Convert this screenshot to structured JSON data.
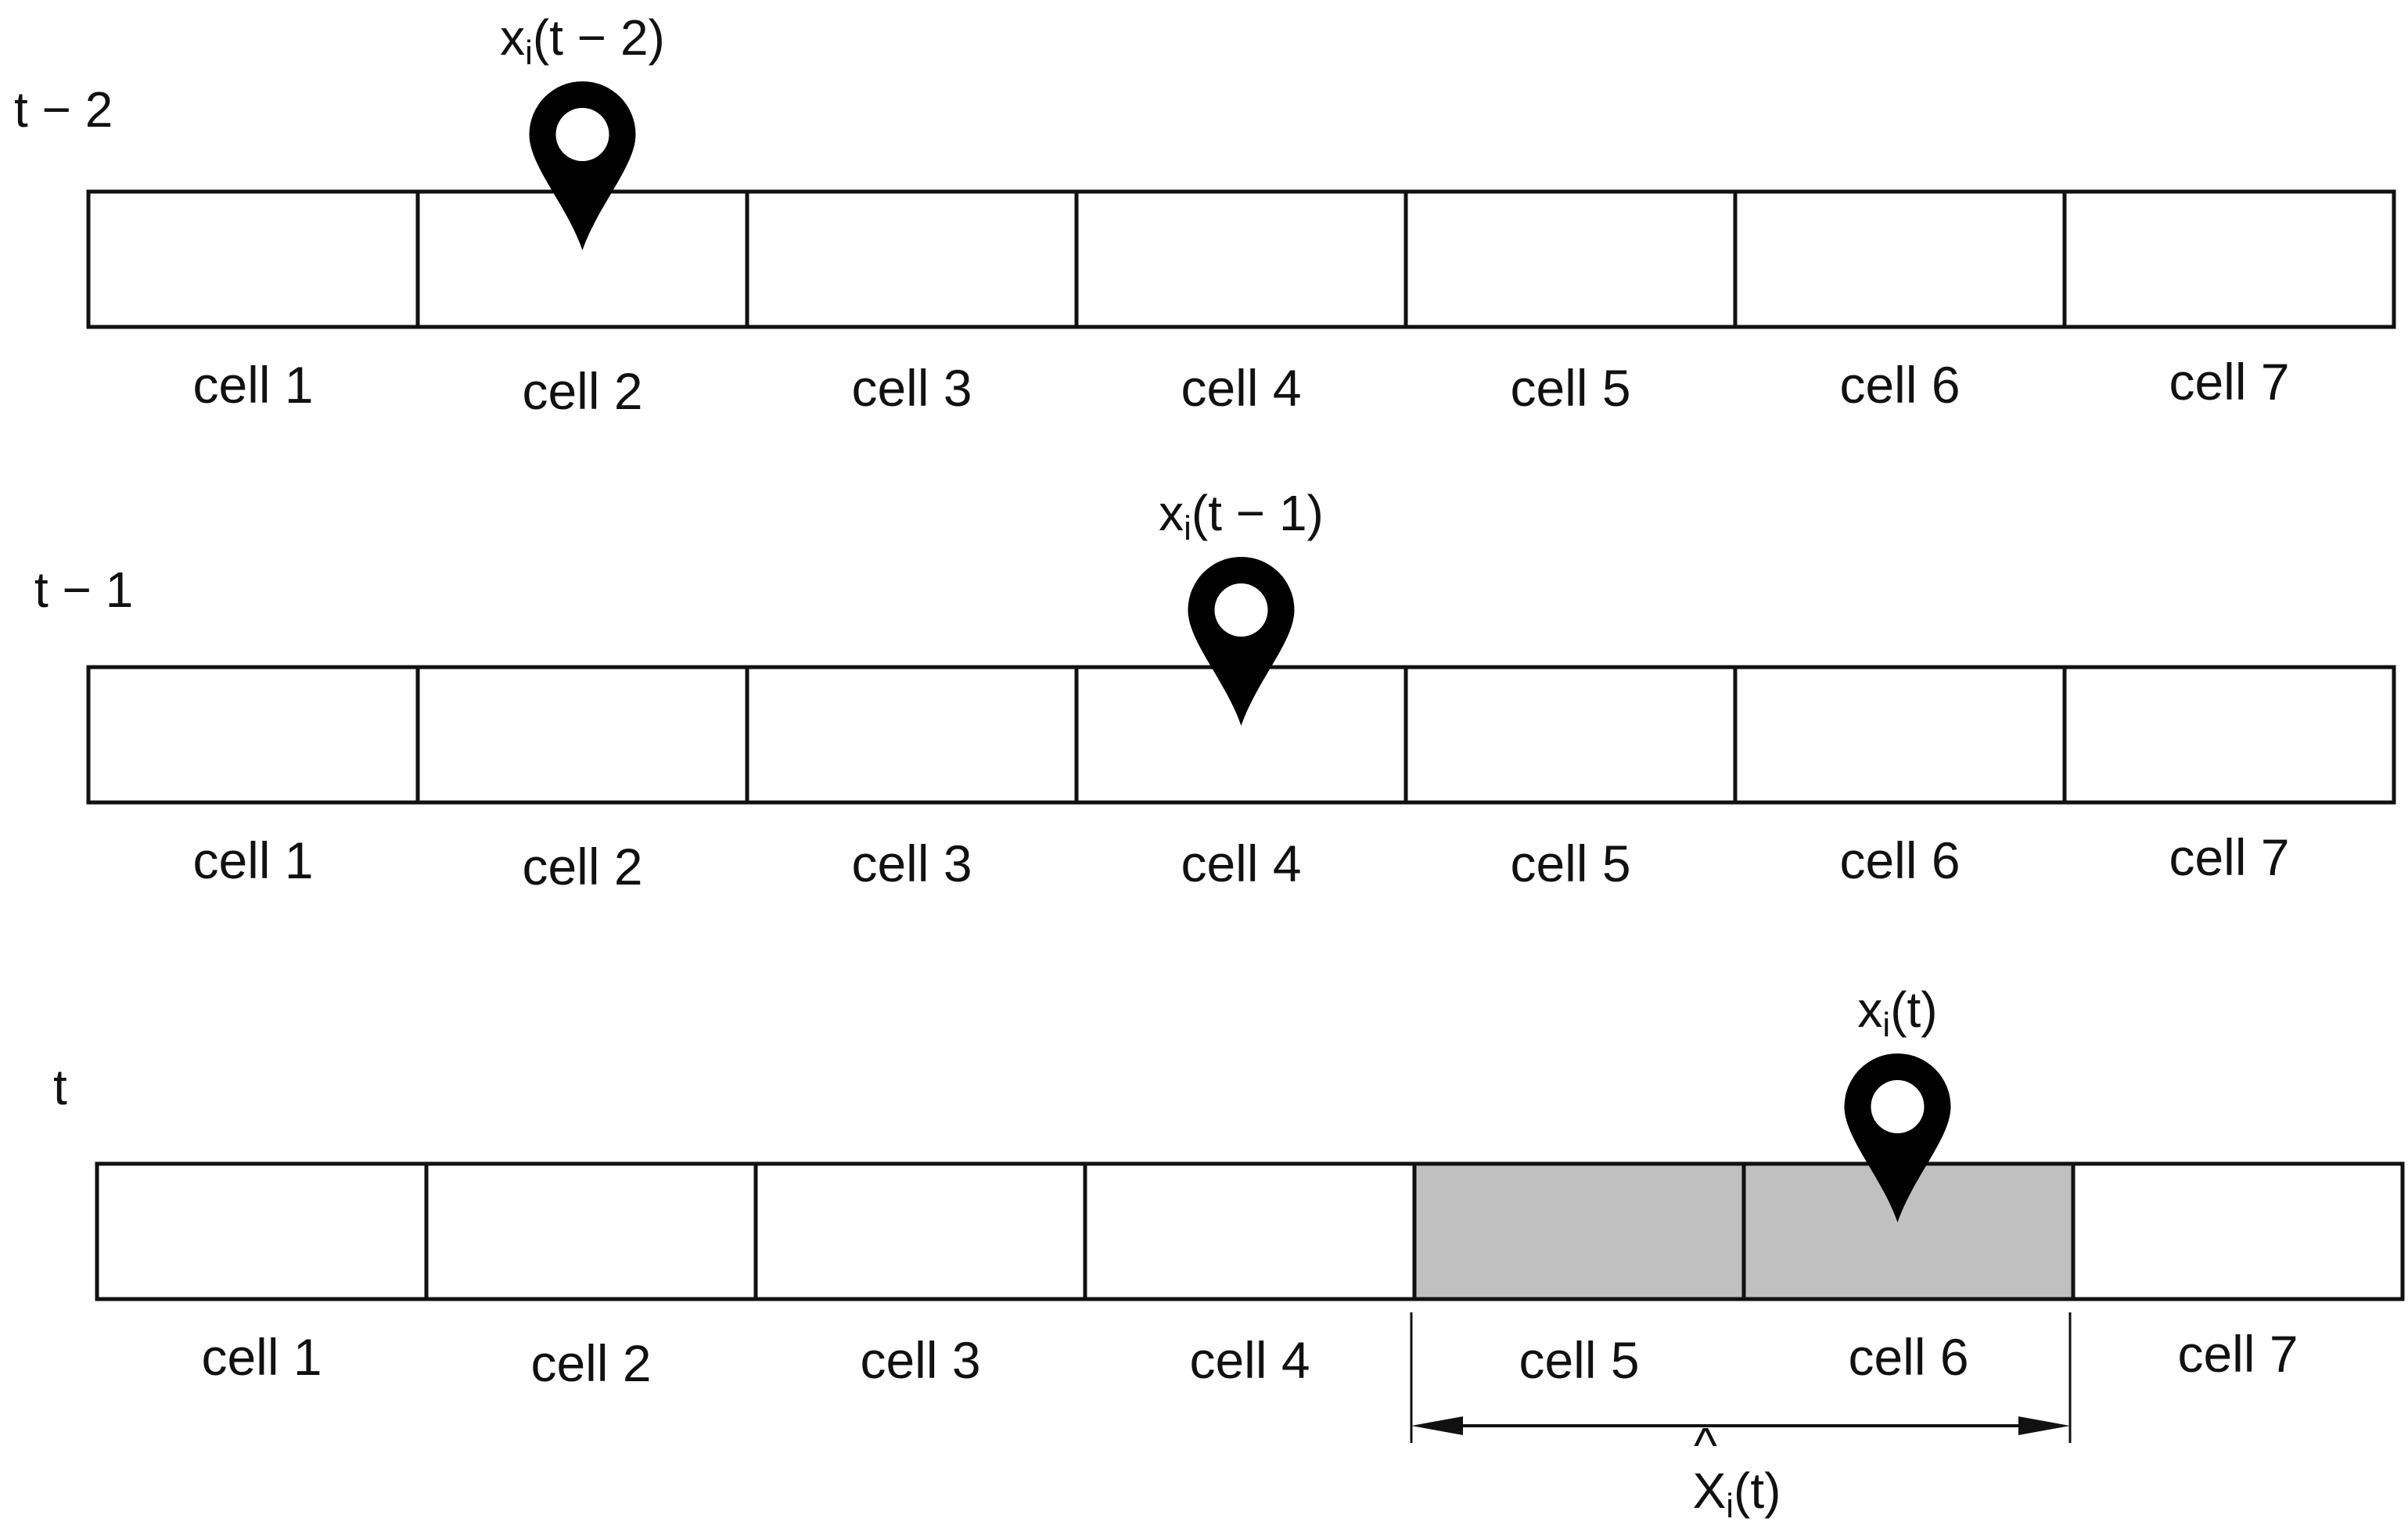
{
  "colors": {
    "cell_fill": "#ffffff",
    "highlight_fill": "#c0c0c0",
    "stroke": "#111111",
    "pin": "#000000"
  },
  "rows": [
    {
      "time_label": "t − 2",
      "cells": [
        "cell 1",
        "cell 2",
        "cell 3",
        "cell 4",
        "cell 5",
        "cell 6",
        "cell 7"
      ],
      "highlighted_cells": [],
      "pin": {
        "cell": 2,
        "label_main": "x",
        "label_sub": "i",
        "label_arg": "(t − 2)",
        "icon": "location-pin-icon"
      }
    },
    {
      "time_label": "t − 1",
      "cells": [
        "cell 1",
        "cell 2",
        "cell 3",
        "cell 4",
        "cell 5",
        "cell 6",
        "cell 7"
      ],
      "highlighted_cells": [],
      "pin": {
        "cell": 4,
        "label_main": "x",
        "label_sub": "i",
        "label_arg": "(t − 1)",
        "icon": "location-pin-icon"
      }
    },
    {
      "time_label": "t",
      "cells": [
        "cell 1",
        "cell 2",
        "cell 3",
        "cell 4",
        "cell 5",
        "cell 6",
        "cell 7"
      ],
      "highlighted_cells": [
        5,
        6
      ],
      "pin": {
        "cell": 6,
        "label_main": "x",
        "label_sub": "i",
        "label_arg": "(t)",
        "icon": "location-pin-icon"
      }
    }
  ],
  "range_annotation": {
    "from_cell": 5,
    "to_cell": 6,
    "label_main": "X",
    "label_hat": "^",
    "label_sub": "i",
    "label_arg": "(t)",
    "icon": "double-arrow-icon"
  }
}
